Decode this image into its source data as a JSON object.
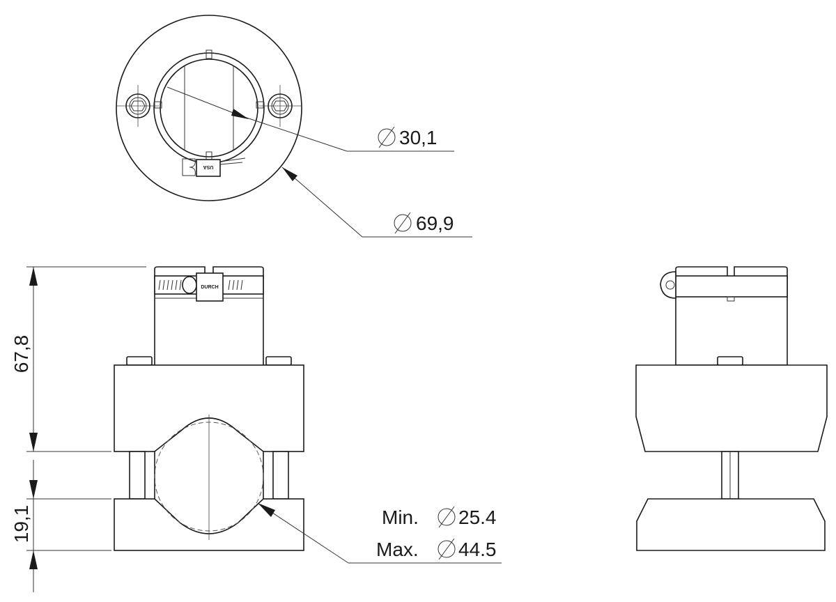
{
  "dimensions": {
    "inner_diameter": "30,1",
    "outer_diameter": "69,9",
    "height_total": "67,8",
    "height_base": "19,1",
    "clamp_min_label": "Min.",
    "clamp_min_value": "25.4",
    "clamp_max_label": "Max.",
    "clamp_max_value": "44.5"
  },
  "part_markings": {
    "top_marking": "USA",
    "front_marking": "DURCH"
  },
  "colors": {
    "line": "#1a1a1a",
    "background": "#ffffff"
  }
}
